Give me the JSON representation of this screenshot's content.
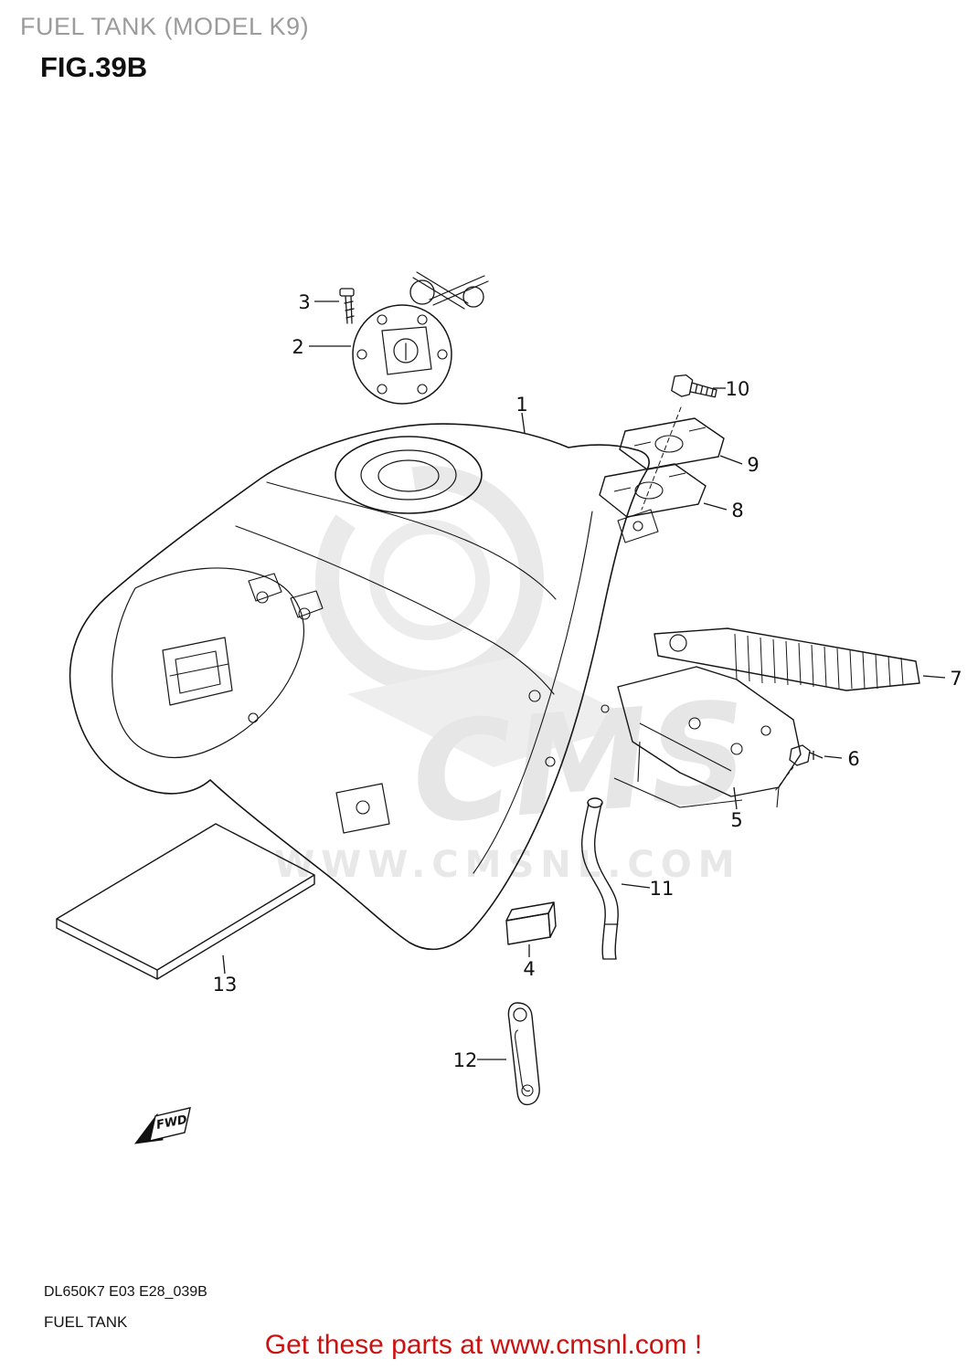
{
  "header": {
    "subtitle": "FUEL TANK (MODEL K9)",
    "fig": "FIG.39B"
  },
  "watermark": {
    "brand": "CMS",
    "url": "WWW.CMSNL.COM"
  },
  "callout_labels": [
    "1",
    "2",
    "3",
    "4",
    "5",
    "6",
    "7",
    "8",
    "9",
    "10",
    "11",
    "12",
    "13"
  ],
  "fwd_label": "FWD",
  "footer": {
    "code": "DL650K7 E03 E28_039B",
    "name": "FUEL TANK",
    "promo": "Get these parts at www.cmsnl.com !",
    "promo_color": "#cc1111"
  }
}
